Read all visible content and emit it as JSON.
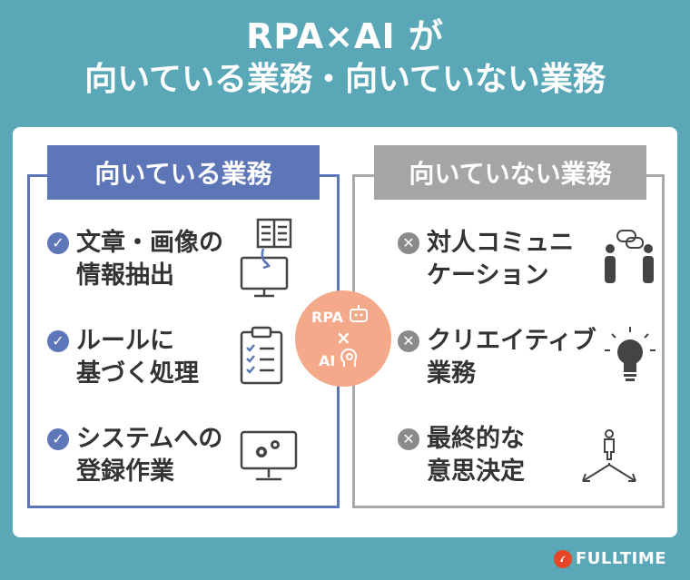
{
  "title": {
    "line1": "RPA×AI が",
    "line2": "向いている業務・向いていない業務"
  },
  "good": {
    "heading": "向いている業務",
    "items": [
      {
        "label": "文章・画像の\n情報抽出",
        "icon": "document-monitor-icon"
      },
      {
        "label": "ルールに\n基づく処理",
        "icon": "clipboard-checklist-icon"
      },
      {
        "label": "システムへの\n登録作業",
        "icon": "monitor-gears-icon"
      }
    ]
  },
  "bad": {
    "heading": "向いていない業務",
    "items": [
      {
        "label": "対人コミュニ\nケーション",
        "icon": "people-chat-icon"
      },
      {
        "label": "クリエイティブ\n業務",
        "icon": "lightbulb-icon"
      },
      {
        "label": "最終的な\n意思決定",
        "icon": "crossroads-person-icon"
      }
    ]
  },
  "center": {
    "rpa": "RPA",
    "times": "×",
    "ai": "AI"
  },
  "brand": {
    "name": "FULLTIME"
  },
  "colors": {
    "background": "#5aa7b8",
    "good": "#5c76b8",
    "bad": "#a5a5a5",
    "badge": "#f5a98b",
    "logo": "#e64626"
  }
}
